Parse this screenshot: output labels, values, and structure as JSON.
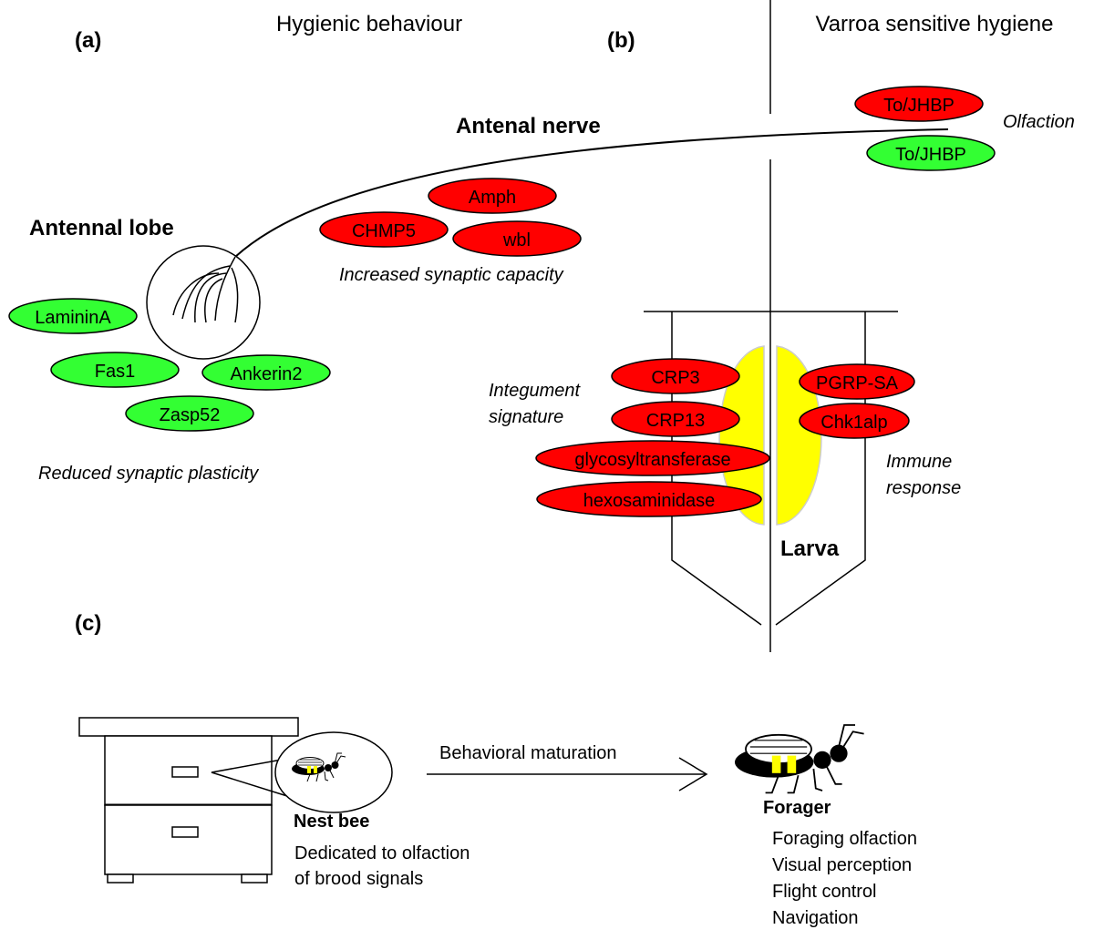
{
  "headers": {
    "panel_a": "(a)",
    "hygienic": "Hygienic behaviour",
    "panel_b": "(b)",
    "vsh": "Varroa sensitive hygiene",
    "panel_c": "(c)"
  },
  "panel_a": {
    "antennal_lobe": "Antennal lobe",
    "antenal_nerve": "Antenal nerve",
    "increased_caption": "Increased synaptic capacity",
    "reduced_caption": "Reduced synaptic plasticity",
    "red_genes": [
      "Amph",
      "CHMP5",
      "wbl"
    ],
    "green_genes": [
      "LamininA",
      "Fas1",
      "Ankerin2",
      "Zasp52"
    ]
  },
  "panel_b": {
    "olfaction_genes": [
      "To/JHBP",
      "To/JHBP"
    ],
    "olfaction_caption": "Olfaction",
    "integument_caption": [
      "Integument",
      "signature"
    ],
    "integument_genes": [
      "CRP3",
      "CRP13",
      "glycosyltransferase",
      "hexosaminidase"
    ],
    "immune_genes": [
      "PGRP-SA",
      "Chk1alp"
    ],
    "immune_caption": [
      "Immune",
      "response"
    ],
    "larva": "Larva"
  },
  "panel_c": {
    "maturation": "Behavioral maturation",
    "nest_bee": "Nest bee",
    "nest_desc": [
      "Dedicated to olfaction",
      "of brood signals"
    ],
    "forager": "Forager",
    "forager_tasks": [
      "Foraging olfaction",
      "Visual perception",
      "Flight control",
      "Navigation"
    ]
  },
  "colors": {
    "upregulated": "#ff0000",
    "downregulated": "#33ff33",
    "larva": "#ffff00",
    "bee_stripe": "#ffff00"
  },
  "icons": [
    "hive-icon",
    "bee-icon",
    "arrow-icon",
    "neuron-icon"
  ]
}
